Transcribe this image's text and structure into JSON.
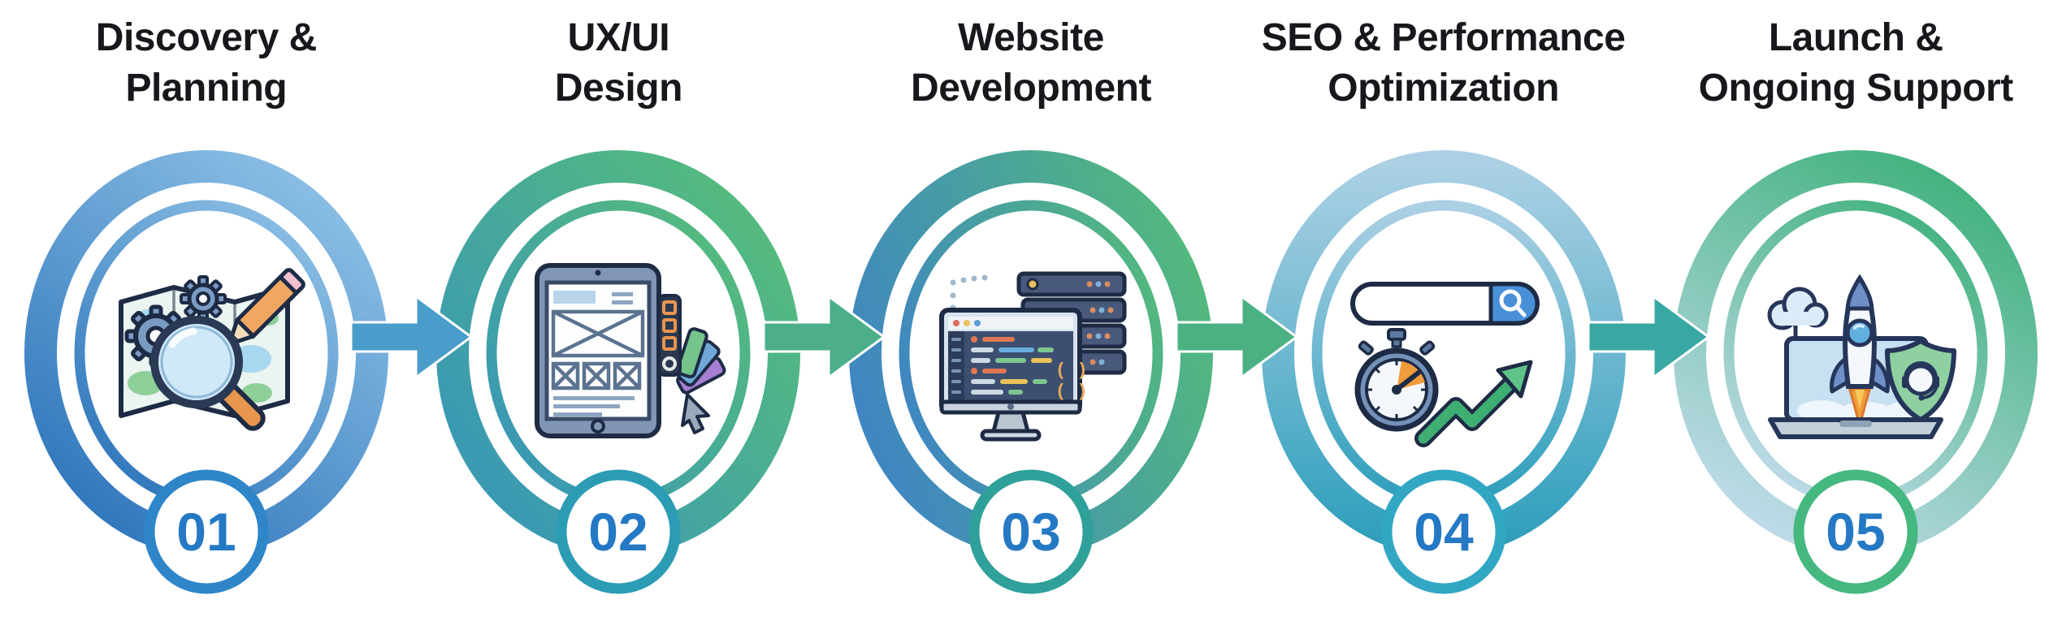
{
  "diagram": {
    "background_color": "#ffffff",
    "title_color": "#16181c",
    "number_color": "#2579c4",
    "steps": [
      {
        "number": "01",
        "title_line1": "Discovery &",
        "title_line2": "Planning",
        "icon": "map-search-icon",
        "ring_from": "#8ec1e6",
        "ring_to": "#2c74ba",
        "badge_color": "#2e86c8"
      },
      {
        "number": "02",
        "title_line1": "UX/UI",
        "title_line2": "Design",
        "icon": "wireframe-tablet-icon",
        "ring_from": "#55bb7d",
        "ring_to": "#3b9ab2",
        "badge_color": "#2b9cb4"
      },
      {
        "number": "03",
        "title_line1": "Website",
        "title_line2": "Development",
        "icon": "code-monitor-icon",
        "ring_from": "#52b87e",
        "ring_to": "#3f86c2",
        "badge_color": "#2fa09a"
      },
      {
        "number": "04",
        "title_line1": "SEO & Performance",
        "title_line2": "Optimization",
        "icon": "seo-performance-icon",
        "ring_from": "#abd0e4",
        "ring_to": "#2f9fbc",
        "badge_color": "#31a7c4"
      },
      {
        "number": "05",
        "title_line1": "Launch &",
        "title_line2": "Ongoing Support",
        "icon": "launch-support-icon",
        "ring_from": "#45b381",
        "ring_to": "#c3dcec",
        "badge_color": "#45b87f"
      }
    ],
    "arrows": [
      {
        "color": "#4a9ccb"
      },
      {
        "color": "#4caf8a"
      },
      {
        "color": "#4bb183"
      },
      {
        "color": "#39a8a2"
      }
    ]
  }
}
